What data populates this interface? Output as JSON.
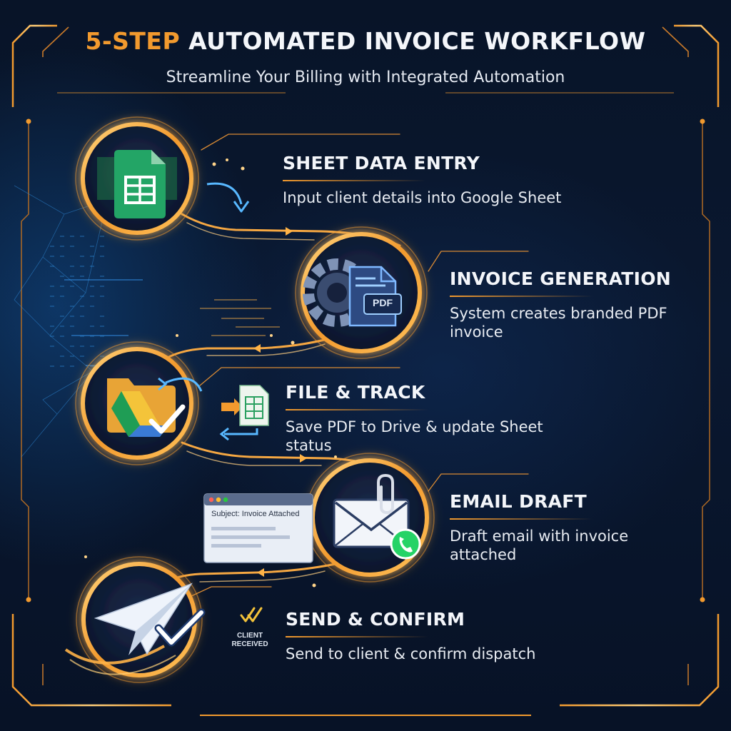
{
  "title": {
    "accent": "5-STEP",
    "main": "AUTOMATED INVOICE WORKFLOW"
  },
  "subtitle": "Streamline Your Billing with Integrated Automation",
  "steps": [
    {
      "title": "SHEET DATA ENTRY",
      "description": "Input client details into Google Sheet",
      "icon": "google-sheets-icon"
    },
    {
      "title": "INVOICE GENERATION",
      "description": "System creates branded PDF invoice",
      "icon": "gear-pdf-icon"
    },
    {
      "title": "FILE & TRACK",
      "description": "Save PDF to Drive & update Sheet status",
      "icon": "google-drive-icon"
    },
    {
      "title": "EMAIL DRAFT",
      "description": "Draft email with invoice attached",
      "icon": "envelope-attachment-icon"
    },
    {
      "title": "SEND & CONFIRM",
      "description": "Send to client & confirm dispatch",
      "icon": "paper-plane-icon"
    }
  ],
  "pdf_label": "PDF",
  "email_preview": {
    "subject": "Subject: Invoice Attached"
  },
  "client_badge": {
    "line1": "CLIENT",
    "line2": "RECEIVED"
  },
  "colors": {
    "background": "#071226",
    "accent_orange": "#f29a2e",
    "glow_blue": "#2a9bff",
    "text": "#f4f6fa"
  }
}
